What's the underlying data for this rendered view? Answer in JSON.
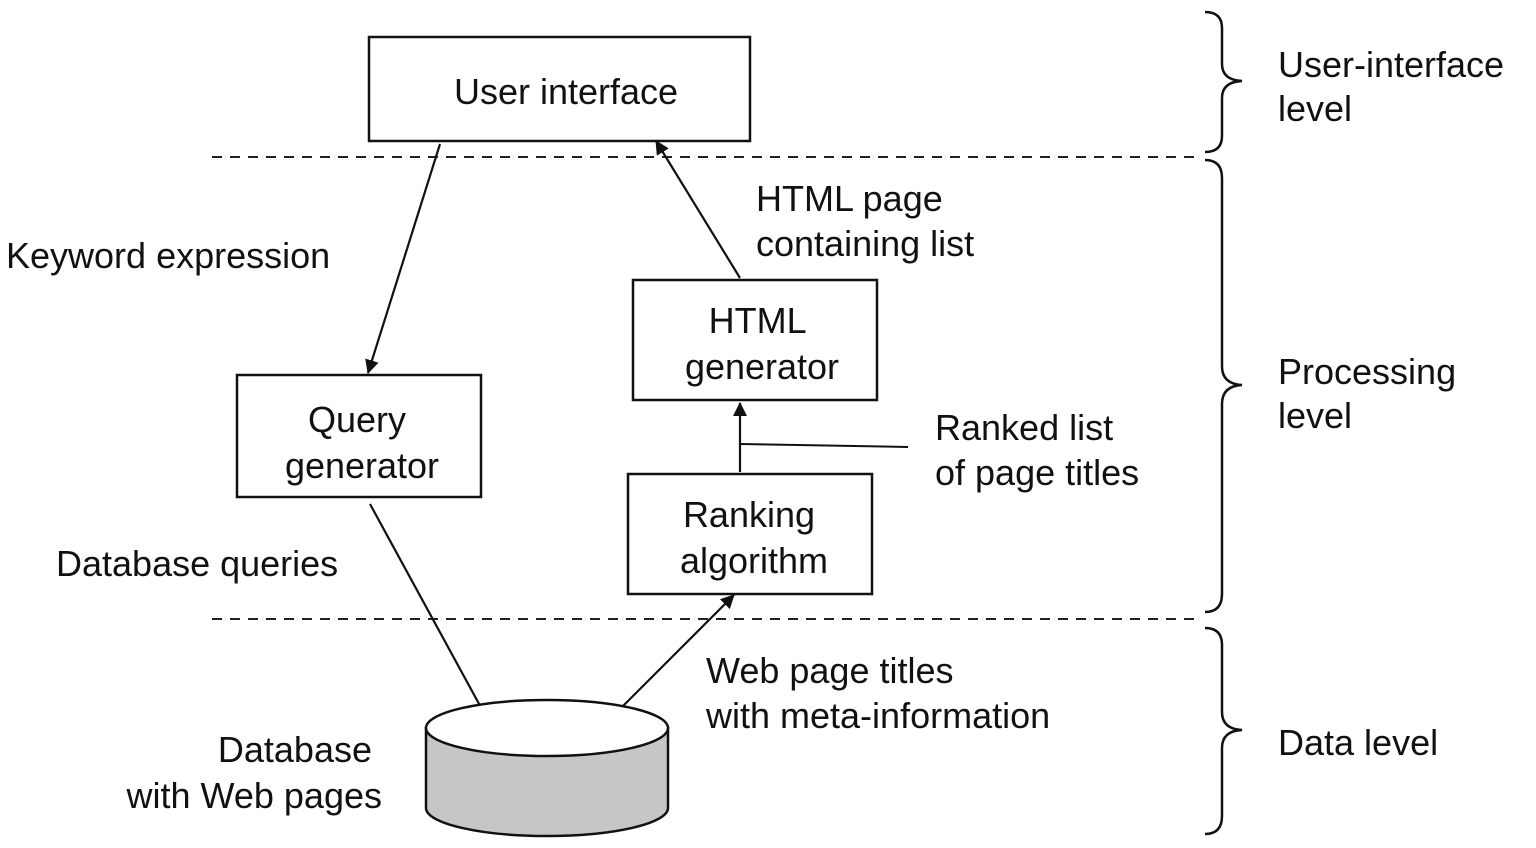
{
  "nodes": {
    "user_interface": {
      "label": "User interface"
    },
    "query_generator": {
      "label_lines": [
        "Query",
        "generator"
      ]
    },
    "html_generator": {
      "label_lines": [
        "HTML",
        "generator"
      ]
    },
    "ranking_algorithm": {
      "label_lines": [
        "Ranking",
        "algorithm"
      ]
    },
    "database": {
      "label_lines": [
        "Database",
        "with Web pages"
      ],
      "fill_color": "#c6c6c6"
    }
  },
  "edges": {
    "keyword_expression": {
      "from": "user_interface",
      "to": "query_generator",
      "label": "Keyword expression"
    },
    "database_queries": {
      "from": "query_generator",
      "to": "database",
      "label": "Database queries"
    },
    "web_page_titles": {
      "from": "database",
      "to": "ranking_algorithm",
      "label_lines": [
        "Web page titles",
        "with meta-information"
      ]
    },
    "ranked_list": {
      "from": "ranking_algorithm",
      "to": "html_generator",
      "label_lines": [
        "Ranked list",
        "of page titles"
      ]
    },
    "html_page": {
      "from": "html_generator",
      "to": "user_interface",
      "label_lines": [
        "HTML page",
        "containing list"
      ]
    }
  },
  "levels": [
    {
      "label_lines": [
        "User-interface",
        "level"
      ]
    },
    {
      "label_lines": [
        "Processing",
        "level"
      ]
    },
    {
      "label_lines": [
        "Data level"
      ]
    }
  ]
}
